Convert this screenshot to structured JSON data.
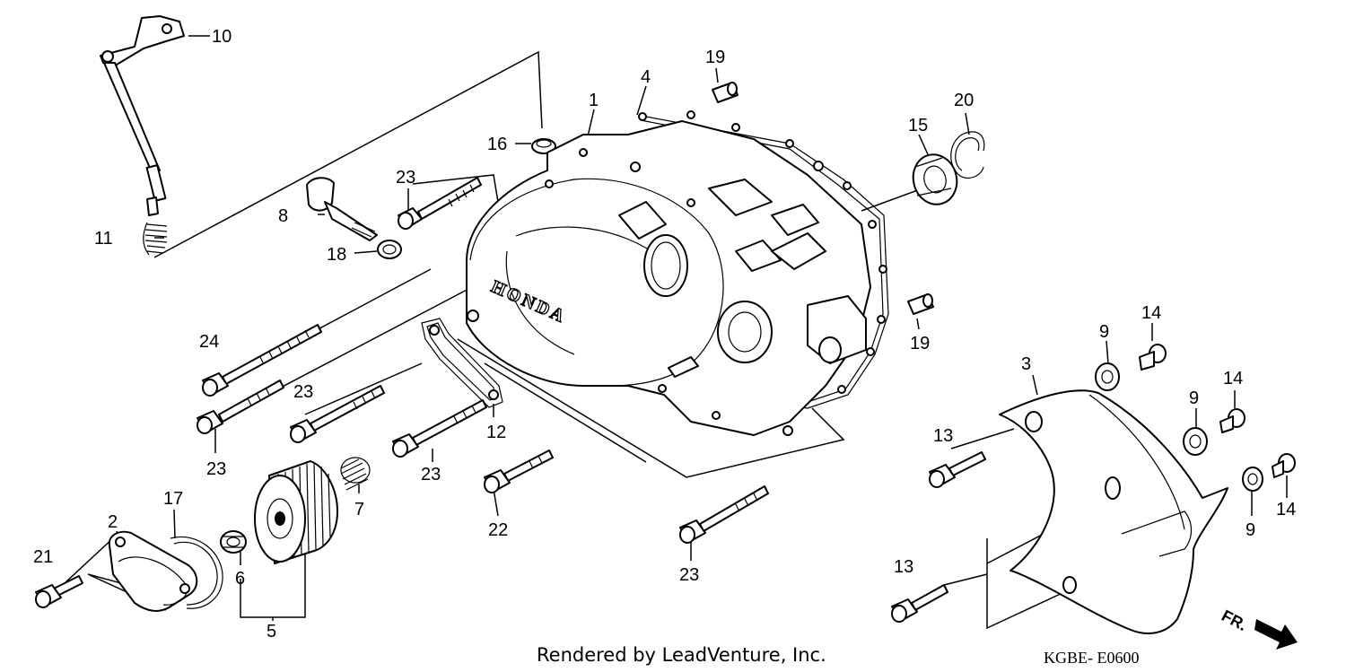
{
  "diagram": {
    "logo_text": "HONDA",
    "direction_label": "FR.",
    "callouts": [
      "1",
      "2",
      "3",
      "4",
      "5",
      "6",
      "7",
      "8",
      "9",
      "10",
      "11",
      "12",
      "13",
      "14",
      "15",
      "16",
      "17",
      "18",
      "19",
      "20",
      "21",
      "22",
      "23",
      "24"
    ],
    "credit": "Rendered by LeadVenture, Inc.",
    "diagram_code": "KGBE- E0600"
  }
}
